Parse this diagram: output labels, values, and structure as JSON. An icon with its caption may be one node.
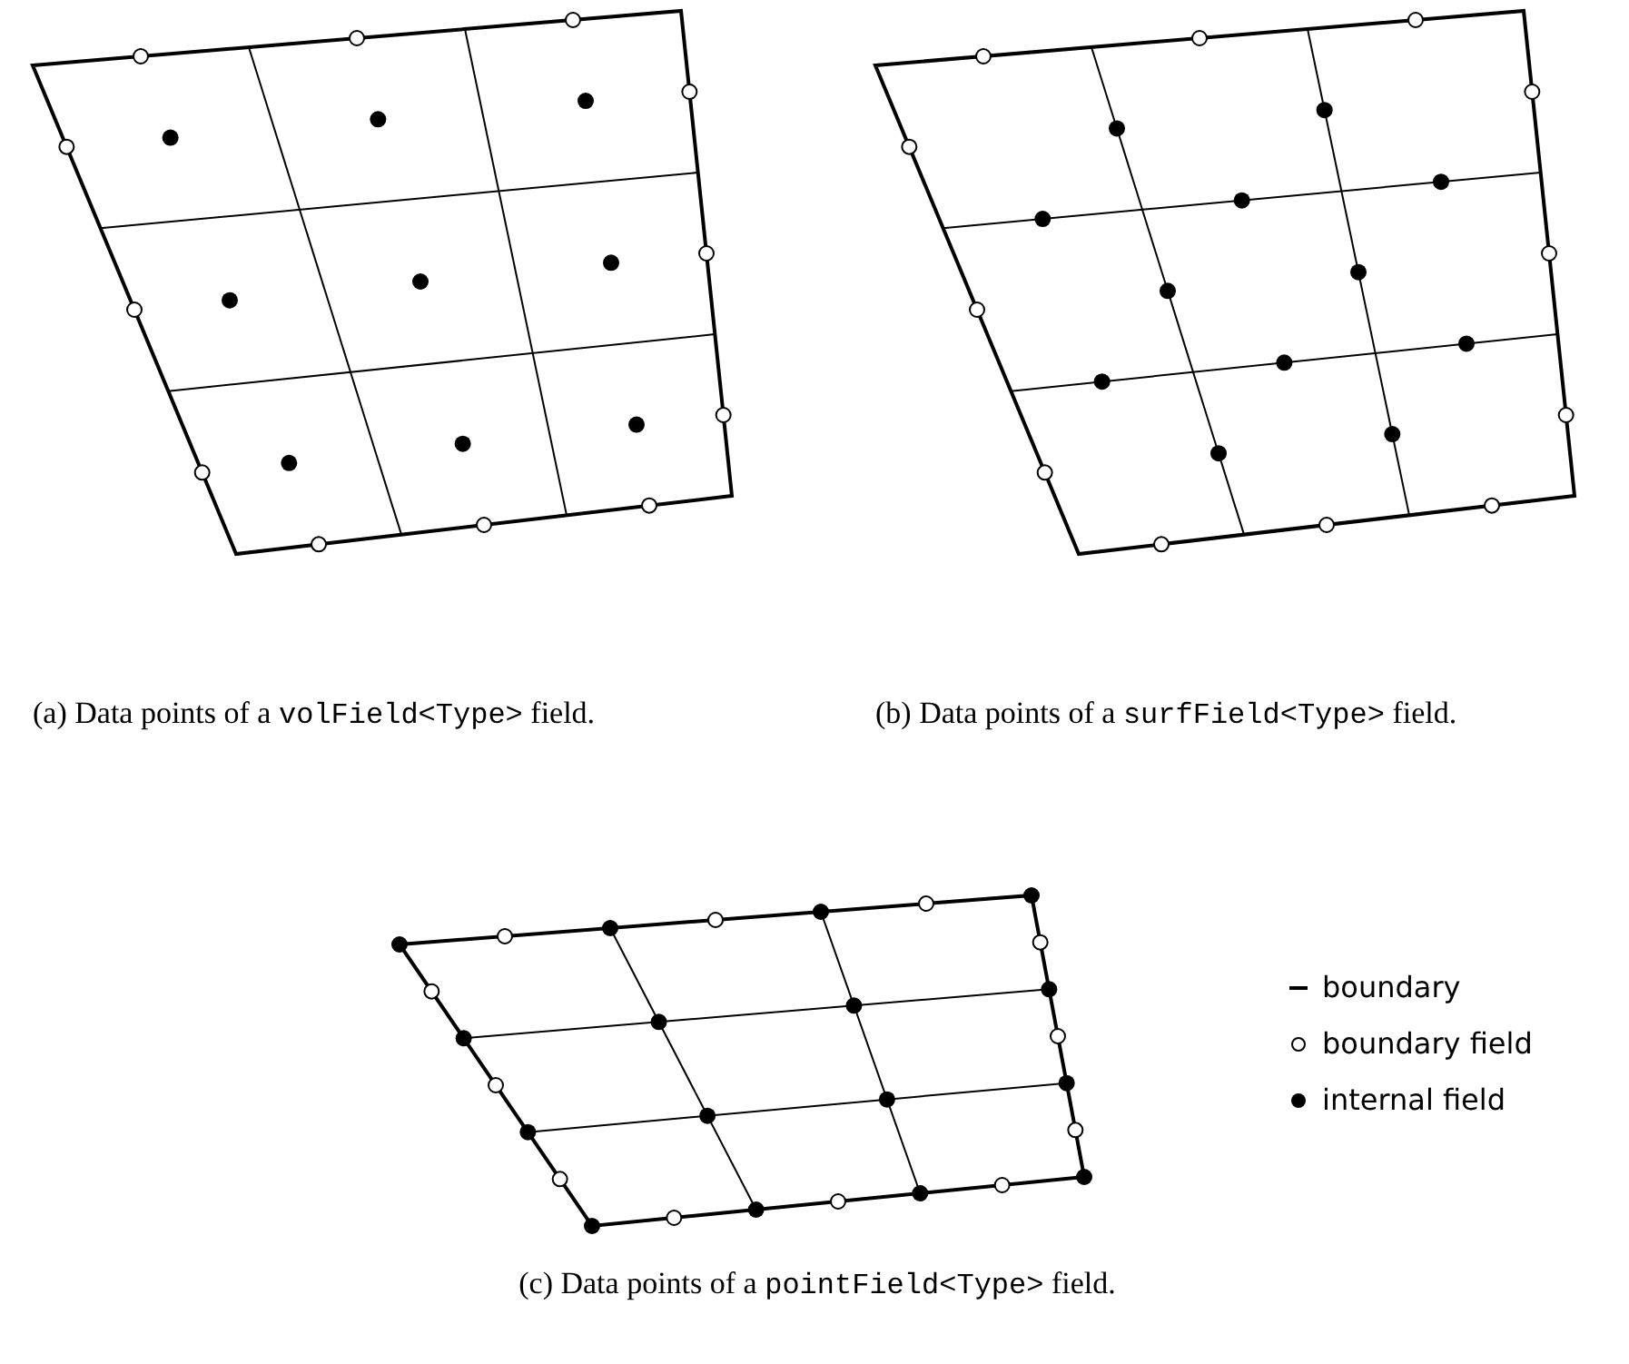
{
  "diagram": {
    "labels": [
      "(a) Data points of a",
      "volField<Type>",
      "field.",
      "(b) Data points of a",
      "surfField<Type>",
      "field.",
      "(c) Data points of a",
      "pointField<Type>",
      "field."
    ],
    "legend": [
      {
        "text": "boundary"
      },
      {
        "text": "boundary field"
      },
      {
        "text": "internal field"
      }
    ]
  }
}
